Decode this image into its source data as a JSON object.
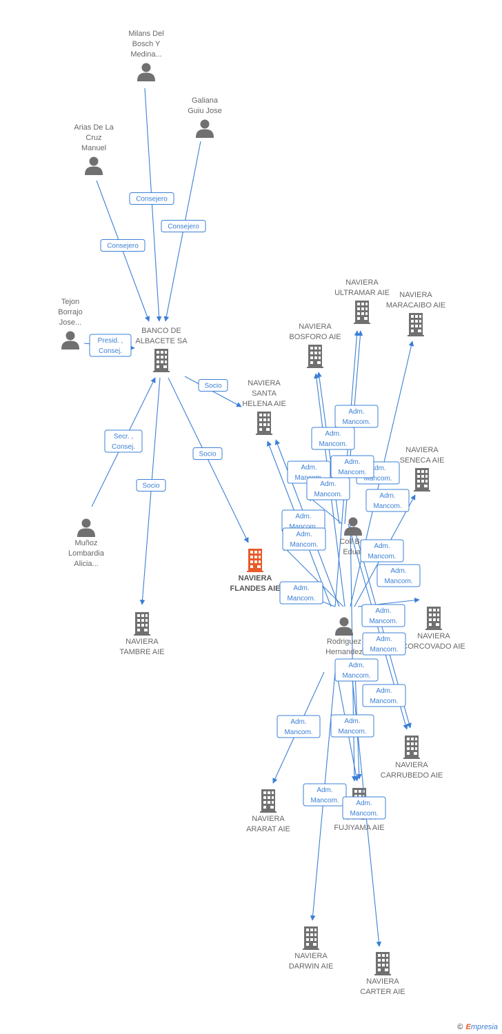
{
  "colors": {
    "edge": "#3a7fd5",
    "node": "#707070",
    "focus": "#e85a2a"
  },
  "nodes": [
    {
      "id": "milans",
      "type": "person",
      "lines": [
        "Milans Del",
        "Bosch Y",
        "Medina..."
      ]
    },
    {
      "id": "galiana",
      "type": "person",
      "lines": [
        "Galiana",
        "Guiu Jose"
      ]
    },
    {
      "id": "arias",
      "type": "person",
      "lines": [
        "Arias De La",
        "Cruz",
        "Manuel"
      ]
    },
    {
      "id": "tejon",
      "type": "person",
      "lines": [
        "Tejon",
        "Borrajo",
        "Jose..."
      ]
    },
    {
      "id": "banco",
      "type": "company",
      "lines": [
        "BANCO DE",
        "ALBACETE SA"
      ]
    },
    {
      "id": "munoz",
      "type": "person",
      "lines": [
        "Muñoz",
        "Lombardia",
        "Alicia..."
      ]
    },
    {
      "id": "tambre",
      "type": "company",
      "lines": [
        "NAVIERA",
        "TAMBRE AIE"
      ]
    },
    {
      "id": "flandes",
      "type": "company",
      "focus": true,
      "lines": [
        "NAVIERA",
        "FLANDES AIE"
      ]
    },
    {
      "id": "santahelena",
      "type": "company",
      "lines": [
        "NAVIERA",
        "SANTA",
        "HELENA AIE"
      ]
    },
    {
      "id": "bosforo",
      "type": "company",
      "lines": [
        "NAVIERA",
        "BOSFORO AIE"
      ]
    },
    {
      "id": "ultramar",
      "type": "company",
      "lines": [
        "NAVIERA",
        "ULTRAMAR AIE"
      ]
    },
    {
      "id": "maracaibo",
      "type": "company",
      "lines": [
        "NAVIERA",
        "MARACAIBO AIE"
      ]
    },
    {
      "id": "seneca",
      "type": "company",
      "lines": [
        "NAVIERA",
        "SENECA AIE"
      ]
    },
    {
      "id": "coll",
      "type": "person",
      "lines": [
        "Coll Bar",
        "Eduar"
      ]
    },
    {
      "id": "corcovado",
      "type": "company",
      "lines": [
        "NAVIERA",
        "CORCOVADO AIE"
      ]
    },
    {
      "id": "rodriguez",
      "type": "person",
      "lines": [
        "Rodriguez",
        "Hernandez"
      ]
    },
    {
      "id": "carrubedo",
      "type": "company",
      "lines": [
        "NAVIERA",
        "CARRUBEDO AIE"
      ]
    },
    {
      "id": "ararat",
      "type": "company",
      "lines": [
        "NAVIERA",
        "ARARAT AIE"
      ]
    },
    {
      "id": "fujiyama",
      "type": "company",
      "lines": [
        "NAVIERA",
        "FUJIYAMA AIE"
      ]
    },
    {
      "id": "darwin",
      "type": "company",
      "lines": [
        "NAVIERA",
        "DARWIN AIE"
      ]
    },
    {
      "id": "carter",
      "type": "company",
      "lines": [
        "NAVIERA",
        "CARTER AIE"
      ]
    }
  ],
  "relations": [
    {
      "lines": [
        "Consejero"
      ]
    },
    {
      "lines": [
        "Consejero"
      ]
    },
    {
      "lines": [
        "Consejero"
      ]
    },
    {
      "lines": [
        "Presid. ,",
        "Consej."
      ]
    },
    {
      "lines": [
        "Socio"
      ]
    },
    {
      "lines": [
        "Secr. ,",
        "Consej."
      ]
    },
    {
      "lines": [
        "Socio"
      ]
    },
    {
      "lines": [
        "Socio"
      ]
    },
    {
      "lines": [
        "Adm.",
        "Mancom."
      ]
    },
    {
      "lines": [
        "Adm.",
        "Mancom."
      ]
    },
    {
      "lines": [
        "Adm.",
        "Mancom."
      ]
    },
    {
      "lines": [
        "Adm.",
        "Mancom."
      ]
    },
    {
      "lines": [
        "Adm.",
        "Mancom."
      ]
    },
    {
      "lines": [
        "Adm.",
        "Mancom."
      ]
    },
    {
      "lines": [
        "Adm.",
        "Mancom."
      ]
    },
    {
      "lines": [
        "Adm.",
        "Mancom."
      ]
    },
    {
      "lines": [
        "Adm.",
        "Mancom."
      ]
    },
    {
      "lines": [
        "Adm.",
        "Mancom."
      ]
    },
    {
      "lines": [
        "Adm.",
        "Mancom."
      ]
    },
    {
      "lines": [
        "Adm.",
        "Mancom."
      ]
    },
    {
      "lines": [
        "Adm.",
        "Mancom."
      ]
    },
    {
      "lines": [
        "Adm.",
        "Mancom."
      ]
    },
    {
      "lines": [
        "Adm.",
        "Mancom."
      ]
    },
    {
      "lines": [
        "Adm.",
        "Mancom."
      ]
    },
    {
      "lines": [
        "Adm.",
        "Mancom."
      ]
    },
    {
      "lines": [
        "Adm.",
        "Mancom."
      ]
    },
    {
      "lines": [
        "Adm.",
        "Mancom."
      ]
    },
    {
      "lines": [
        "Adm.",
        "Mancom."
      ]
    }
  ],
  "footer": {
    "copyright": "©",
    "brand_initial": "E",
    "brand_rest": "mpresia"
  }
}
